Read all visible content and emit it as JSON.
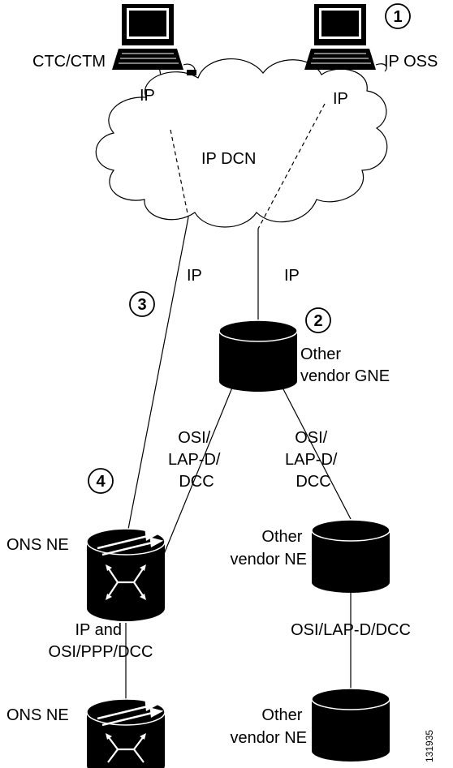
{
  "nodes": {
    "ctc": "CTC/CTM",
    "oss": "IP OSS",
    "dcn": "IP DCN",
    "gne": [
      "Other",
      "vendor GNE"
    ],
    "ons1": "ONS NE",
    "vne1": [
      "Other",
      "vendor NE"
    ],
    "ons2": "ONS NE",
    "vne2": [
      "Other",
      "vendor NE"
    ]
  },
  "links": {
    "ctc_ip": "IP",
    "oss_ip": "IP",
    "left_ip": "IP",
    "right_ip": "IP",
    "gne_left": [
      "OSI/",
      "LAP-D/",
      "DCC"
    ],
    "gne_right": [
      "OSI/",
      "LAP-D/",
      "DCC"
    ],
    "ons_link": [
      "IP and",
      "OSI/PPP/DCC"
    ],
    "vne_link": "OSI/LAP-D/DCC"
  },
  "callouts": [
    "1",
    "2",
    "3",
    "4"
  ],
  "figure_id": "131935"
}
